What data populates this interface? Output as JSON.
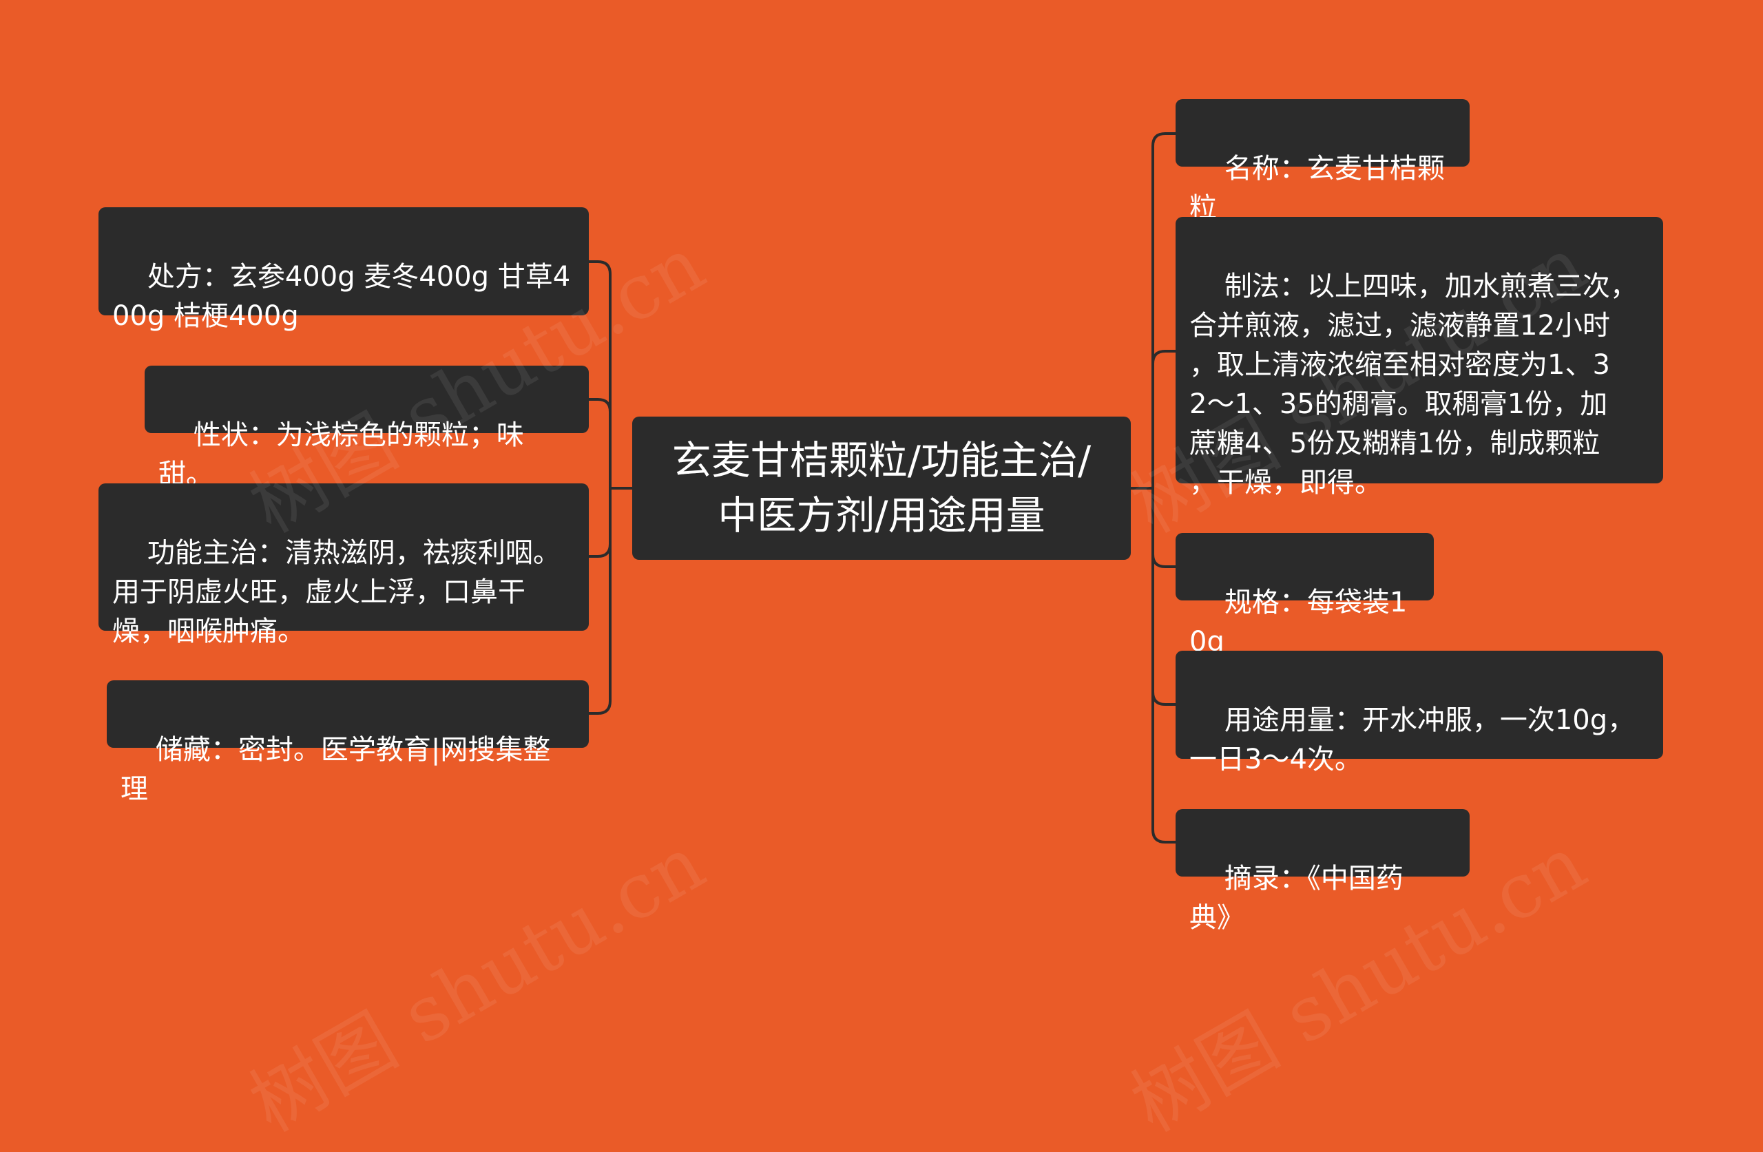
{
  "center": {
    "text": "玄麦甘桔颗粒/功能主治/中医方剂/用途用量"
  },
  "left_nodes": [
    {
      "text": "处方：玄参400g 麦冬400g 甘草4\n00g 桔梗400g"
    },
    {
      "text": "性状：为浅棕色的颗粒；味甜。"
    },
    {
      "text": "功能主治：清热滋阴，祛痰利咽。\n用于阴虚火旺，虚火上浮，口鼻干\n燥，咽喉肿痛。"
    },
    {
      "text": "储藏：密封。医学教育|网搜集整理"
    }
  ],
  "right_nodes": [
    {
      "text": "名称：玄麦甘桔颗粒"
    },
    {
      "text": "制法：以上四味，加水煎煮三次，\n合并煎液，滤过，滤液静置12小时\n，取上清液浓缩至相对密度为1、3\n2～1、35的稠膏。取稠膏1份，加\n蔗糖4、5份及糊精1份，制成颗粒\n，干燥，即得。"
    },
    {
      "text": "规格：每袋装10g"
    },
    {
      "text": "用途用量：开水冲服，一次10g，\n一日3～4次。"
    },
    {
      "text": "摘录：《中国药典》"
    }
  ],
  "watermark": "树图 shutu.cn",
  "colors": {
    "background": "#EA5B28",
    "node": "#2B2B2B",
    "text": "#FFFFFF",
    "line": "#2B2B2B"
  }
}
